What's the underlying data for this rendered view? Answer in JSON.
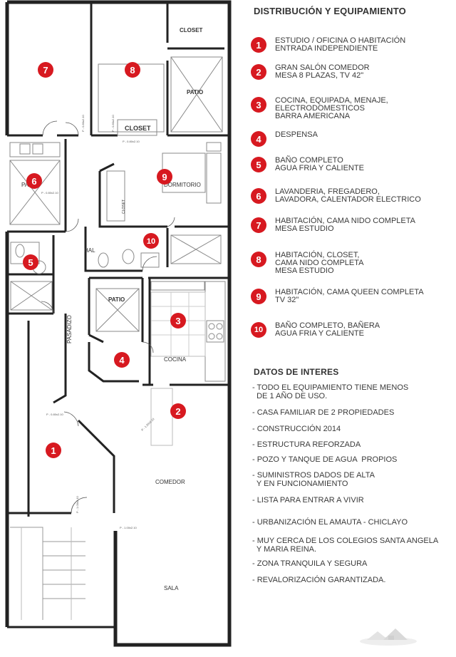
{
  "plan": {
    "rooms": {
      "closet_top": "CLOSET",
      "patio_top": "PATIO",
      "closet_mid": "CLOSET",
      "dormitorio": "DORMITORIO",
      "patio_left": "PA",
      "hal": "HAL",
      "patio_center": "PATIO",
      "pasadizo": "PASADIZO",
      "cocina": "COCINA",
      "comedor": "COMEDOR",
      "sala": "SALA",
      "closet_vert": "CLOSET"
    },
    "markers": [
      "1",
      "2",
      "3",
      "4",
      "5",
      "6",
      "7",
      "8",
      "9",
      "10"
    ]
  },
  "legend": {
    "title": "DISTRIBUCIÓN Y EQUIPAMIENTO",
    "items": [
      {
        "n": "1",
        "lines": [
          "ESTUDIO / OFICINA O HABITACIÓN",
          "ENTRADA INDEPENDIENTE"
        ]
      },
      {
        "n": "2",
        "lines": [
          "GRAN SALÓN COMEDOR",
          "MESA 8 PLAZAS, TV 42\""
        ]
      },
      {
        "n": "3",
        "lines": [
          "COCINA, EQUIPADA, MENAJE,",
          "ELECTRODOMESTICOS",
          "BARRA AMERICANA"
        ]
      },
      {
        "n": "4",
        "lines": [
          "DESPENSA"
        ]
      },
      {
        "n": "5",
        "lines": [
          "BAÑO COMPLETO",
          "AGUA FRIA Y CALIENTE"
        ]
      },
      {
        "n": "6",
        "lines": [
          "LAVANDERIA, FREGADERO,",
          "LAVADORA, CALENTADOR ELECTRICO"
        ]
      },
      {
        "n": "7",
        "lines": [
          "HABITACIÓN, CAMA NIDO COMPLETA",
          "MESA ESTUDIO"
        ]
      },
      {
        "n": "8",
        "lines": [
          "HABITACIÓN, CLOSET,",
          "CAMA NIDO COMPLETA",
          "MESA ESTUDIO"
        ]
      },
      {
        "n": "9",
        "lines": [
          "HABITACIÓN, CAMA QUEEN COMPLETA",
          "TV 32\""
        ]
      },
      {
        "n": "10",
        "lines": [
          "BAÑO COMPLETO, BAÑERA",
          "AGUA FRIA Y CALIENTE"
        ]
      }
    ],
    "datos_title": "DATOS DE INTERES",
    "datos": [
      [
        "- TODO EL EQUIPAMIENTO TIENE MENOS",
        "  DE 1 AÑO DE USO."
      ],
      [
        "- CASA FAMILIAR DE 2 PROPIEDADES"
      ],
      [
        "- CONSTRUCCIÓN 2014"
      ],
      [
        "- ESTRUCTURA REFORZADA"
      ],
      [
        "- POZO Y TANQUE DE AGUA  PROPIOS"
      ],
      [
        "- SUMINISTROS DADOS DE ALTA",
        "  Y EN FUNCIONAMIENTO"
      ],
      [
        "- LISTA PARA ENTRAR A VIVIR"
      ],
      [
        "- URBANIZACIÓN EL AMAUTA - CHICLAYO"
      ],
      [
        "- MUY CERCA DE LOS COLEGIOS SANTA ANGELA",
        "  Y MARIA REINA."
      ],
      [
        "- ZONA TRANQUILA Y SEGURA"
      ],
      [
        "- REVALORIZACIÓN GARANTIZADA."
      ]
    ]
  }
}
